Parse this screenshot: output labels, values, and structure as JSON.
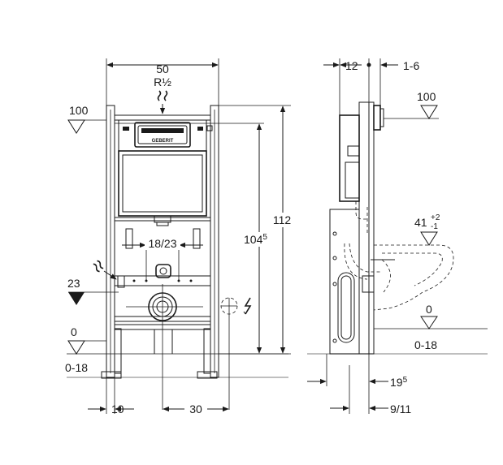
{
  "front_view": {
    "width_label": "50",
    "connection_label": "R½",
    "level_top": "100",
    "height_total": "112",
    "height_frame": "104",
    "height_frame_sup": "5",
    "drain_spacing": "18/23",
    "level_inlet": "23",
    "level_floor": "0",
    "level_floor_range": "0-18",
    "foot_offset": "10",
    "drain_offset": "30",
    "brand": "GEBERIT"
  },
  "side_view": {
    "depth_label": "12",
    "adjust_label": "1-6",
    "level_top": "100",
    "bowl_height_main": "41",
    "bowl_tol_plus": "+2",
    "bowl_tol_minus": "-1",
    "level_floor": "0",
    "level_floor_range": "0-18",
    "foot_depth": "19",
    "foot_depth_sup": "5",
    "wall_depth": "9/11"
  },
  "colors": {
    "ink": "#1a1a1a",
    "floor": "#999999",
    "background": "#ffffff"
  }
}
